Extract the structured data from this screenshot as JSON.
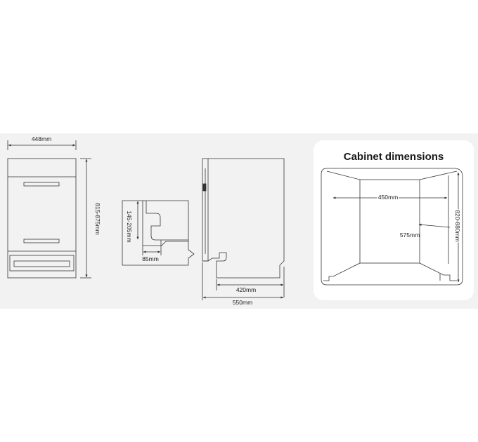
{
  "front_view": {
    "width_label": "448mm",
    "height_label": "815-875mm"
  },
  "detail_view": {
    "height_label": "145-205mm",
    "depth_label": "85mm"
  },
  "side_view": {
    "inner_depth_label": "420mm",
    "depth_label": "550mm"
  },
  "cabinet": {
    "title": "Cabinet dimensions",
    "width_label": "450mm",
    "depth_label": "575mm",
    "height_label": "820-880mm"
  }
}
